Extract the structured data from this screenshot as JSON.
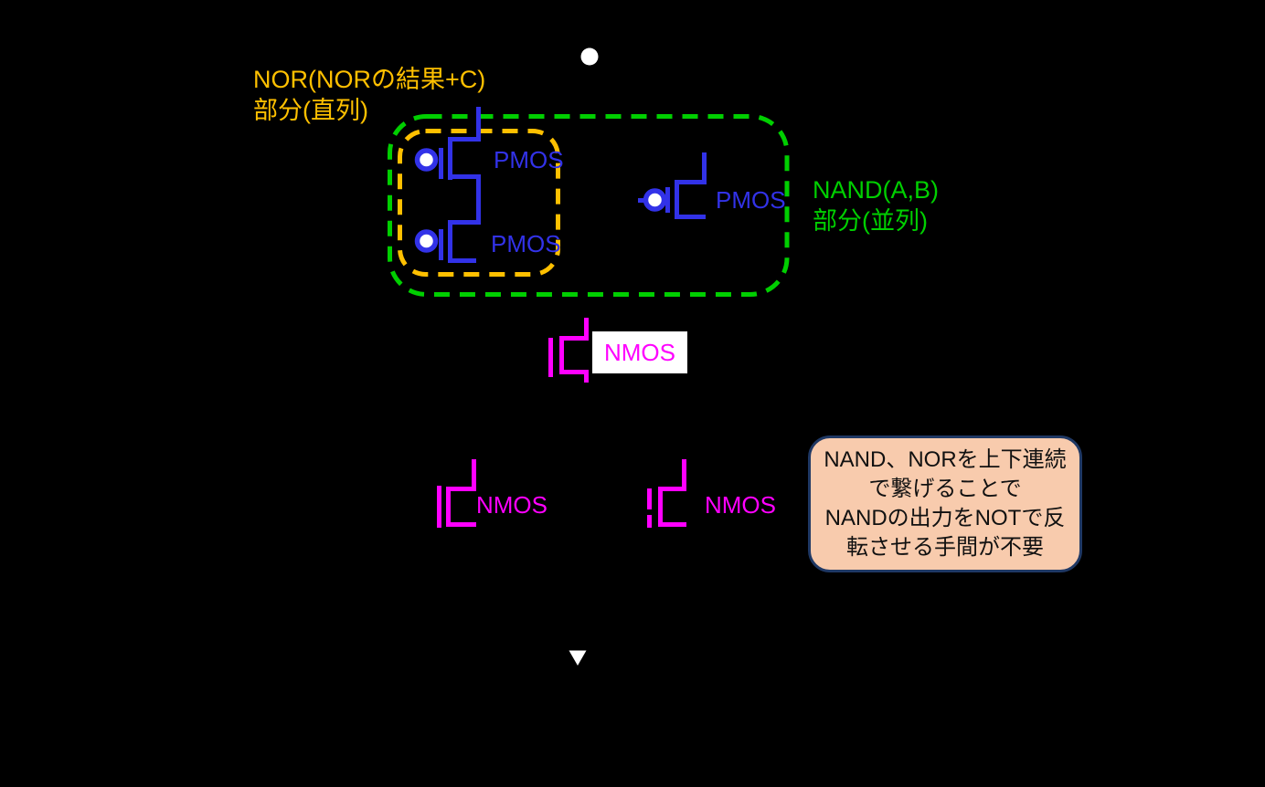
{
  "annotations": {
    "nor_group": "NOR(NORの結果+C)\n部分(直列)",
    "nand_group": "NAND(A,B)\n部分(並列)"
  },
  "transistor_labels": {
    "pmos_series_top": "PMOS",
    "pmos_series_bottom": "PMOS",
    "pmos_parallel": "PMOS",
    "nmos_mid": "NMOS",
    "nmos_bottom_left": "NMOS",
    "nmos_bottom_right": "NMOS"
  },
  "callout": {
    "text": "NAND、NORを上下連続\nで繋げることで\nNANDの出力をNOTで反\n転させる手間が不要"
  },
  "colors": {
    "background": "#000000",
    "nor_group_outline": "#FFC000",
    "nand_group_outline": "#00CF00",
    "pmos_stroke": "#3232E8",
    "nmos_stroke": "#FF00FF",
    "node_dot": "#FFFFFF",
    "ground_arrow": "#FFFFFF",
    "callout_fill": "#F8CBAD",
    "callout_border": "#1F3864",
    "nmos_mid_label_bg": "#FFFFFF"
  }
}
